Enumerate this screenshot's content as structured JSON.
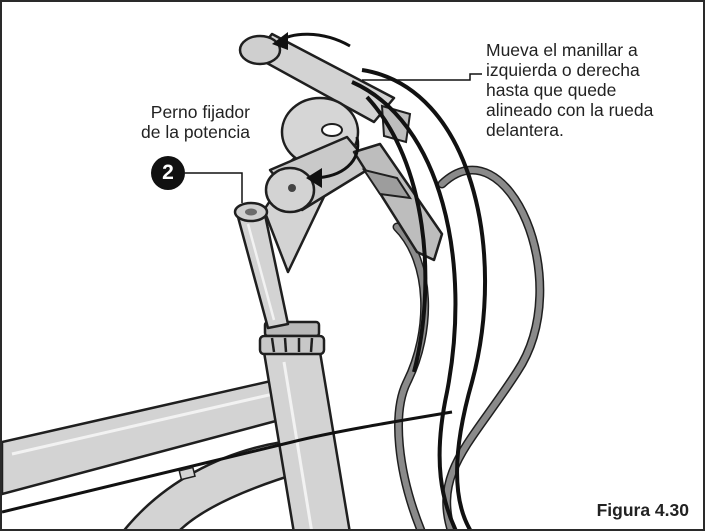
{
  "bolt_label": {
    "line1": "Perno fijador",
    "line2": "de la potencia"
  },
  "callout_number": "2",
  "instruction": {
    "lines": [
      "Mueva el manillar a",
      "izquierda o derecha",
      "hasta que quede",
      "alineado con la rueda",
      "delantera."
    ]
  },
  "figure_label": "Figura 4.30",
  "colors": {
    "frame_fill": "#d3d3d3",
    "outline": "#1f1f1f",
    "cable_black": "#111111",
    "cable_gray": "#8a8a8a",
    "highlight": "#f2f2f2"
  }
}
